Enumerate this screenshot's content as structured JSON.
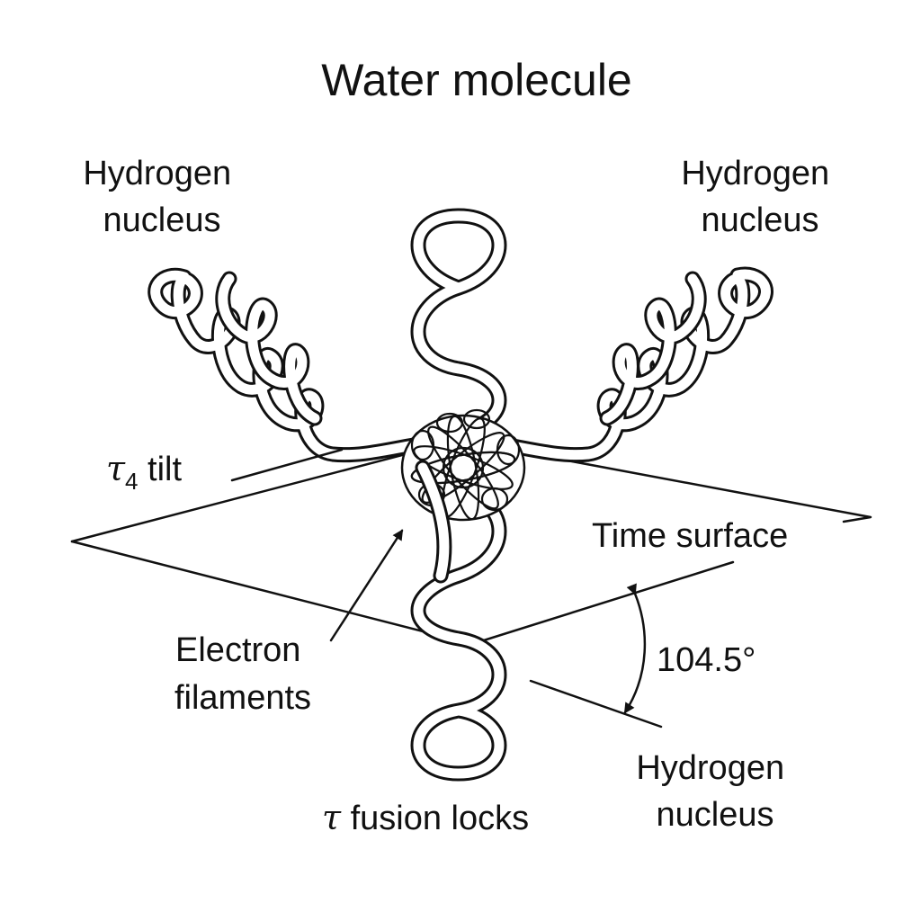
{
  "title": "Water molecule",
  "labels": {
    "hydrogen_top_left": [
      "Hydrogen",
      "nucleus"
    ],
    "hydrogen_top_right": [
      "Hydrogen",
      "nucleus"
    ],
    "hydrogen_bottom": [
      "Hydrogen",
      "nucleus"
    ],
    "tilt_symbol": "τ",
    "tilt_subscript": "4",
    "tilt_text": " tilt",
    "time_surface": "Time surface",
    "angle": "104.5°",
    "electron_filaments": [
      "Electron",
      "filaments"
    ],
    "fusion_symbol": "τ",
    "fusion_text": " fusion locks"
  }
}
